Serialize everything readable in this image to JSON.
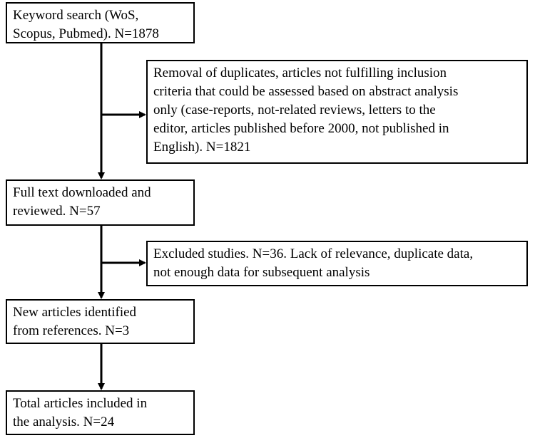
{
  "diagram": {
    "type": "flowchart",
    "colors": {
      "line": "#000000",
      "box_fill": "#ffffff"
    },
    "boxes": {
      "keyword_search": "Keyword search (WoS,\nScopus, Pubmed). N=1878",
      "removal": "Removal of duplicates, articles not fulfilling inclusion\ncriteria that could be assessed based on abstract analysis\nonly (case-reports, not-related reviews, letters to the\neditor, articles published before 2000, not published in\nEnglish). N=1821",
      "full_text": "Full text downloaded and\nreviewed. N=57",
      "excluded": "Excluded studies. N=36. Lack of relevance, duplicate data,\nnot enough data for subsequent analysis",
      "new_articles": "New articles identified\nfrom references. N=3",
      "total": "Total articles included in\nthe analysis. N=24"
    }
  }
}
